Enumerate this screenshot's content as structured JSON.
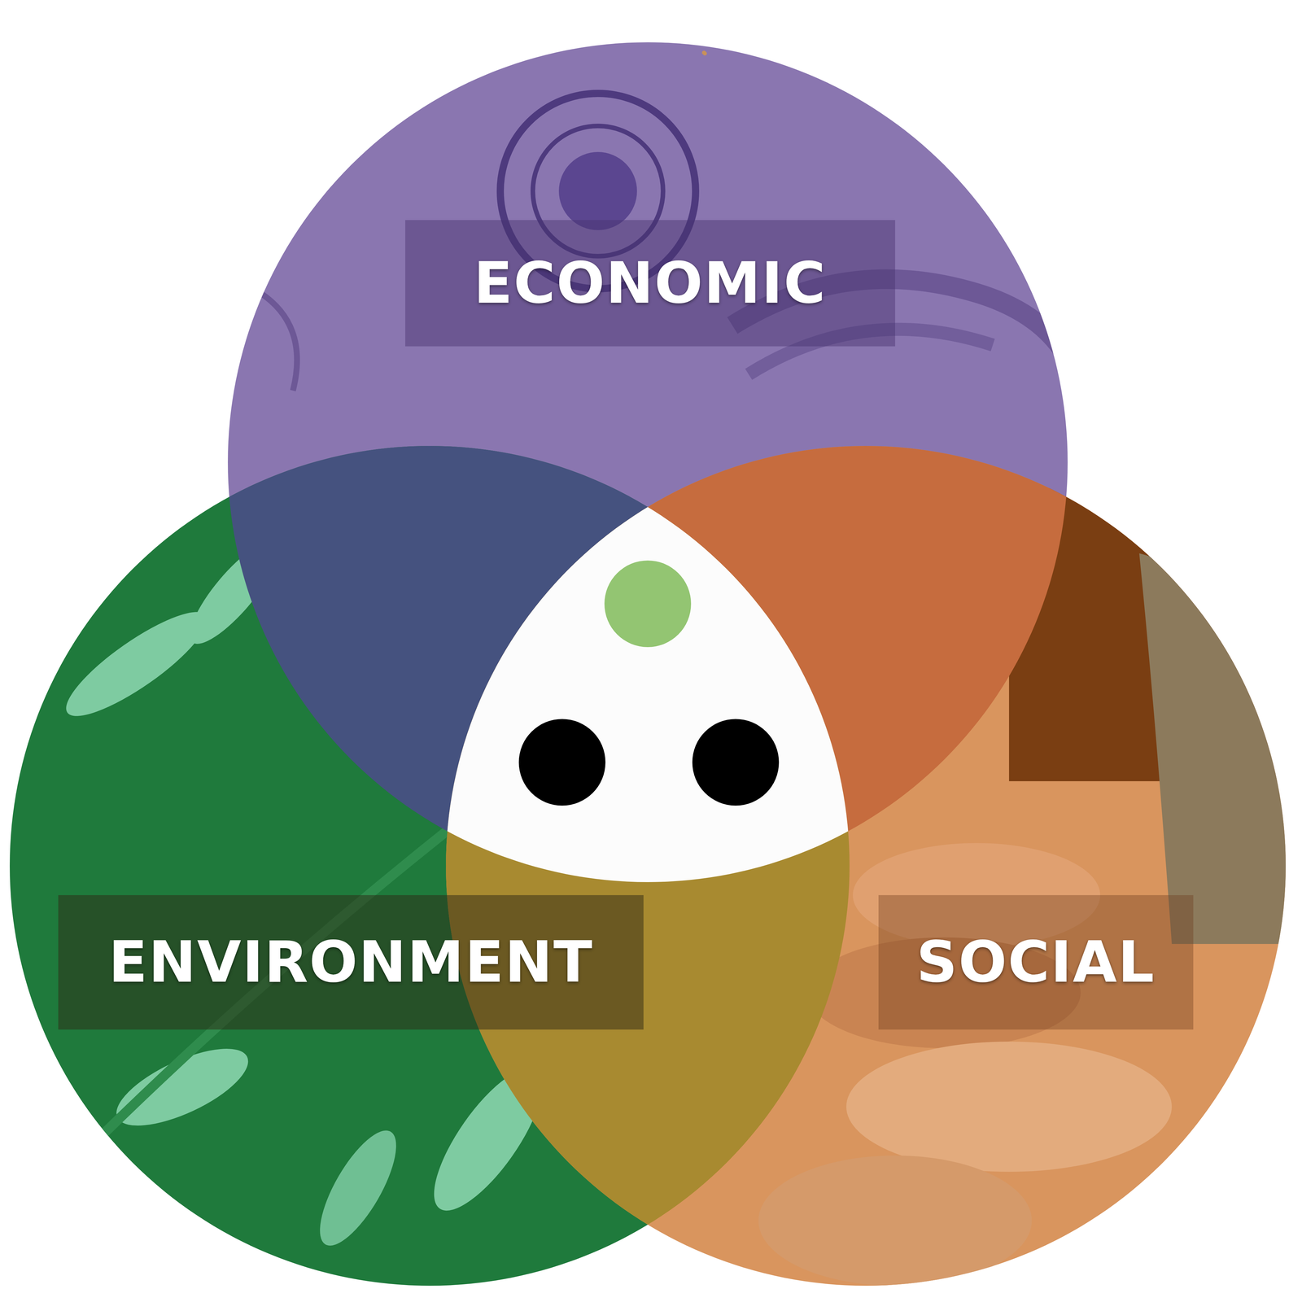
{
  "diagram": {
    "nodes": [
      {
        "text": [
          "ECONOMIC"
        ]
      },
      {
        "text": [
          "ENVIRONMENT"
        ]
      },
      {
        "text": [
          "SOCIAL"
        ]
      }
    ]
  }
}
